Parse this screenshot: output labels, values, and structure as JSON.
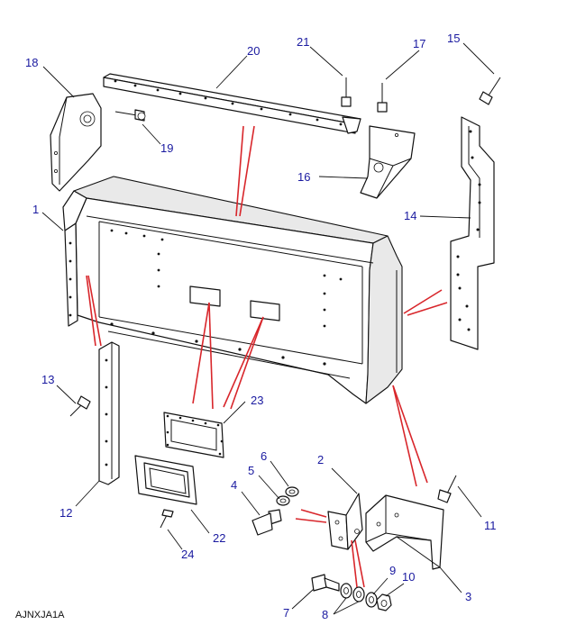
{
  "diagram": {
    "title_code": "AJNXJA1A",
    "callouts": [
      {
        "id": "c1",
        "text": "1"
      },
      {
        "id": "c2",
        "text": "2"
      },
      {
        "id": "c3",
        "text": "3"
      },
      {
        "id": "c4",
        "text": "4"
      },
      {
        "id": "c5",
        "text": "5"
      },
      {
        "id": "c6",
        "text": "6"
      },
      {
        "id": "c7",
        "text": "7"
      },
      {
        "id": "c8",
        "text": "8"
      },
      {
        "id": "c9",
        "text": "9"
      },
      {
        "id": "c10",
        "text": "10"
      },
      {
        "id": "c11",
        "text": "11"
      },
      {
        "id": "c12",
        "text": "12"
      },
      {
        "id": "c13",
        "text": "13"
      },
      {
        "id": "c14",
        "text": "14"
      },
      {
        "id": "c15",
        "text": "15"
      },
      {
        "id": "c16",
        "text": "16"
      },
      {
        "id": "c17",
        "text": "17"
      },
      {
        "id": "c18",
        "text": "18"
      },
      {
        "id": "c19",
        "text": "19"
      },
      {
        "id": "c20",
        "text": "20"
      },
      {
        "id": "c21",
        "text": "21"
      },
      {
        "id": "c22",
        "text": "22"
      },
      {
        "id": "c23",
        "text": "23"
      },
      {
        "id": "c24",
        "text": "24"
      }
    ]
  }
}
